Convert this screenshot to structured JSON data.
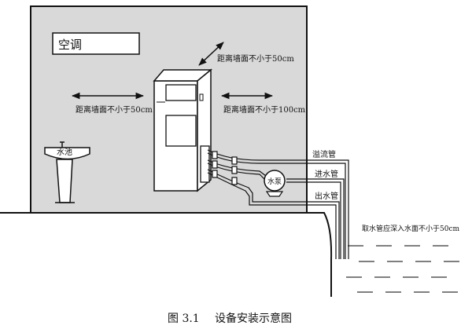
{
  "labels": {
    "aircon": "空调",
    "clearance_top": "距离墙面不小于50cm",
    "clearance_left": "距离墙面不小于50cm",
    "clearance_right": "距离墙面不小于100cm",
    "sink": "水池",
    "overflow_pipe": "溢流管",
    "inlet_pipe": "进水管",
    "pump": "水泵",
    "outlet_pipe": "出水管",
    "intake_depth": "取水管应深入水面不小于50cm"
  },
  "caption": {
    "number": "图 3.1",
    "text": "设备安装示意图"
  }
}
